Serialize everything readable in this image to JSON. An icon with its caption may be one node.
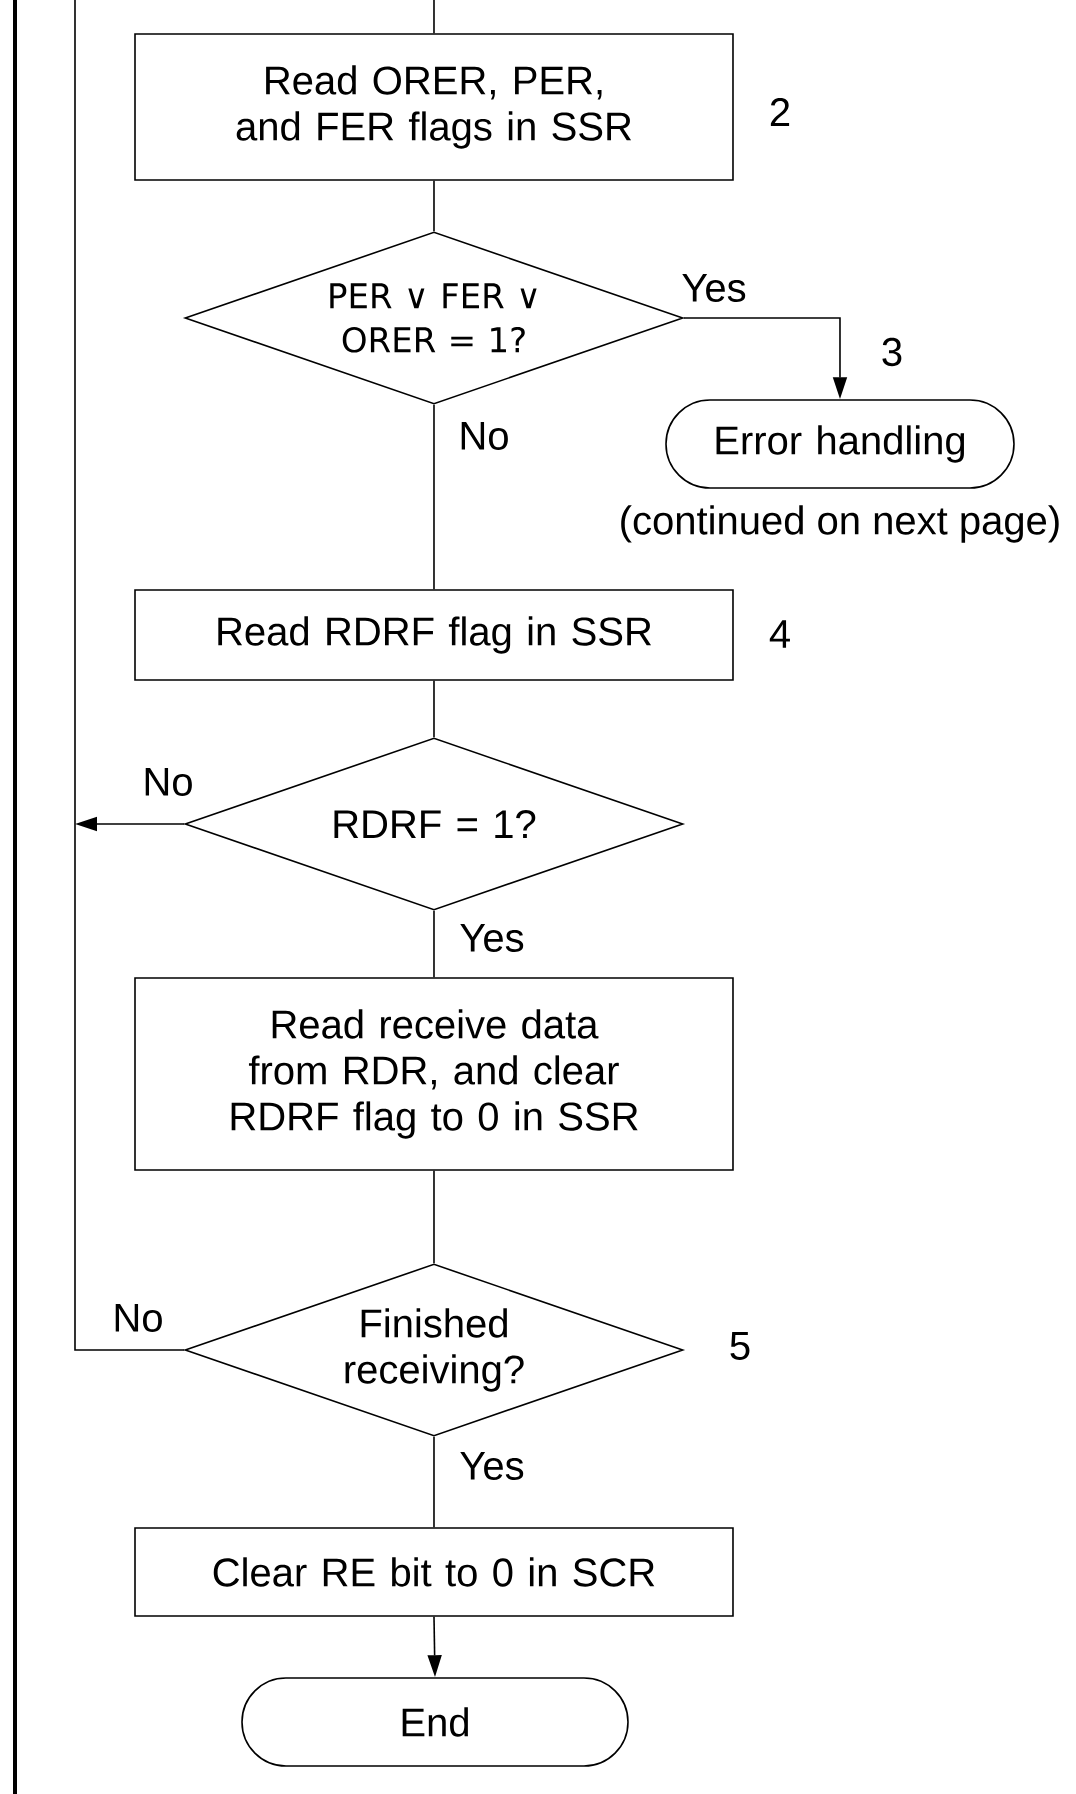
{
  "diagram": {
    "nodes": [
      {
        "text": [
          "Read ORER, PER, and FER flags in SSR"
        ]
      },
      {
        "text": [
          "PER ∨ FER ∨ ORER = 1?"
        ]
      },
      {
        "text": [
          "Error handling"
        ],
        "beside": [
          "(continued on next page)"
        ]
      },
      {
        "text": [
          "Read RDRF flag in SSR"
        ]
      },
      {
        "text": [
          "RDRF = 1?"
        ]
      },
      {
        "text": [
          "Read receive data from RDR, and clear RDRF flag to 0 in SSR"
        ]
      },
      {
        "text": [
          "Finished receiving?"
        ]
      },
      {
        "text": [
          "Clear RE bit to 0 in SCR"
        ]
      },
      {
        "text": [
          "End"
        ]
      }
    ],
    "edges": [
      {
        "from": null,
        "to": 0,
        "arrow": "none"
      },
      {
        "from": 0,
        "to": 1,
        "arrow": "none"
      },
      {
        "from": 1,
        "to": 2,
        "arrow": "to",
        "label": "Yes"
      },
      {
        "from": 1,
        "to": 3,
        "arrow": "none",
        "label": "No"
      },
      {
        "from": 3,
        "to": 4,
        "arrow": "none"
      },
      {
        "from": 4,
        "to": null,
        "arrow": "to",
        "label": "No"
      },
      {
        "from": 4,
        "to": 5,
        "arrow": "none",
        "label": "Yes"
      },
      {
        "from": 5,
        "to": 6,
        "arrow": "none"
      },
      {
        "from": 6,
        "to": null,
        "arrow": "none",
        "label": "No"
      },
      {
        "from": 6,
        "to": 7,
        "arrow": "none",
        "label": "Yes"
      },
      {
        "from": 7,
        "to": 8,
        "arrow": "to"
      }
    ],
    "labels": [
      "2",
      "3",
      "4",
      "5"
    ]
  }
}
